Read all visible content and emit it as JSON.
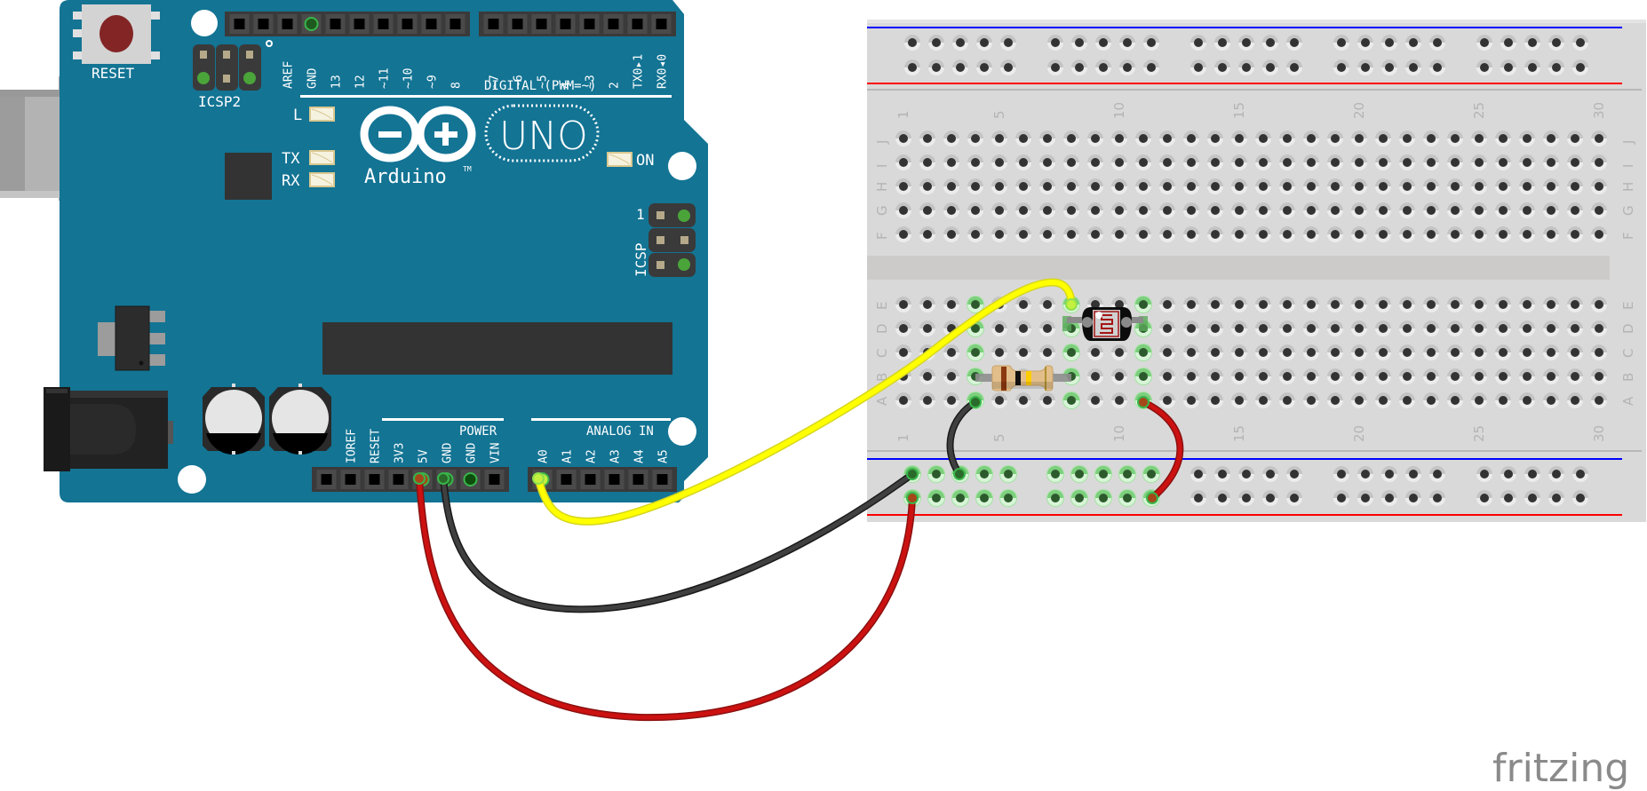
{
  "arduino": {
    "model": "UNO",
    "brand": "Arduino",
    "trademark": "TM",
    "board_color": "#137494",
    "labels": {
      "reset": "RESET",
      "icsp2": "ICSP2",
      "icsp": "ICSP",
      "icsp_pin1": "1",
      "led_l": "L",
      "led_tx": "TX",
      "led_rx": "RX",
      "led_on": "ON",
      "digital": "DIGITAL (PWM=~)",
      "power": "POWER",
      "analog_in": "ANALOG IN"
    },
    "digital_header_left": [
      "",
      "",
      "AREF",
      "GND",
      "13",
      "12",
      "~11",
      "~10",
      "~9",
      "8"
    ],
    "digital_header_right": [
      "~7",
      "~6",
      "~5",
      "4",
      "~3",
      "2",
      "TX0▸1",
      "RX0◂0"
    ],
    "power_header": [
      "",
      "IOREF",
      "RESET",
      "3V3",
      "5V",
      "GND",
      "GND",
      "VIN"
    ],
    "analog_header": [
      "A0",
      "A1",
      "A2",
      "A3",
      "A4",
      "A5"
    ]
  },
  "breadboard": {
    "row_labels_top": [
      "J",
      "I",
      "H",
      "G",
      "F"
    ],
    "row_labels_bottom": [
      "E",
      "D",
      "C",
      "B",
      "A"
    ],
    "column_numbers": [
      "1",
      "5",
      "10",
      "15",
      "20",
      "25",
      "30"
    ],
    "columns": 30,
    "rail_colors": {
      "negative": "#0000ff",
      "positive": "#ff0000"
    }
  },
  "components": {
    "photoresistor": {
      "name": "Photocell (LDR)",
      "placement": "E8–E11"
    },
    "resistor": {
      "name": "Resistor",
      "bands": [
        "#8b3a0f",
        "#111111",
        "#ffcc00",
        "#c8a050"
      ],
      "placement": "B4–B8"
    }
  },
  "wires": [
    {
      "name": "yellow-wire",
      "color": "#ffff00",
      "from": "Arduino A0",
      "to": "Breadboard E8"
    },
    {
      "name": "black-wire",
      "color": "#404040",
      "from": "Arduino GND",
      "to": "Bottom rail (−) 1"
    },
    {
      "name": "red-wire",
      "color": "#cc1111",
      "from": "Arduino 5V",
      "to": "Bottom rail (+) 1"
    },
    {
      "name": "black-jumper",
      "color": "#404040",
      "from": "Breadboard A4",
      "to": "Bottom rail (−) 3"
    },
    {
      "name": "red-jumper",
      "color": "#cc1111",
      "from": "Breadboard A11",
      "to": "Bottom rail (+) 10"
    }
  ],
  "watermark": "fritzing"
}
